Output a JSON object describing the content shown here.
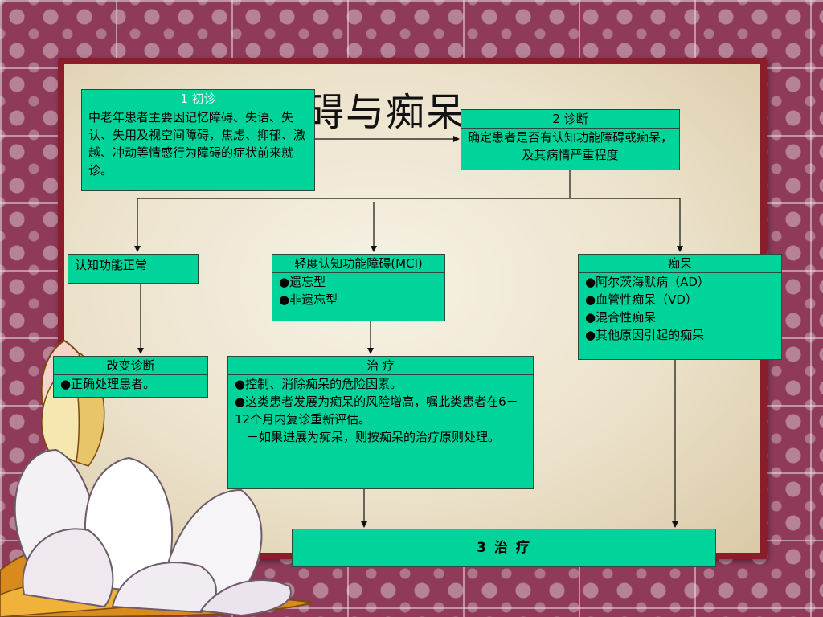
{
  "title": "功能障碍与痴呆",
  "boxes": {
    "initial": {
      "header": "1 初诊",
      "body": "中老年患者主要因记忆障碍、失语、失认、失用及视空间障碍，焦虑、抑郁、激越、冲动等情感行为障碍的症状前来就诊。"
    },
    "diagnosis": {
      "header": "2 诊断",
      "body": "确定患者是否有认知功能障碍或痴呆，及其病情严重程度"
    },
    "normal": {
      "header": "认知功能正常"
    },
    "mci": {
      "header": "轻度认知功能障碍(MCI)",
      "items": [
        "●遗忘型",
        "●非遗忘型"
      ]
    },
    "dementia": {
      "header": "痴呆",
      "items": [
        "●阿尔茨海默病（AD）",
        "●血管性痴呆（VD）",
        "●混合性痴呆",
        "●其他原因引起的痴呆"
      ]
    },
    "change": {
      "header": "改变诊断",
      "items": [
        "●正确处理患者。"
      ]
    },
    "treat": {
      "header": "治 疗",
      "items": [
        "●控制、消除痴呆的危险因素。",
        "●这类患者发展为痴呆的风险增高，嘱此类患者在6－12个月内复诊重新评估。",
        "　－如果进展为痴呆，则按痴呆的治疗原则处理。"
      ]
    },
    "final": {
      "label": "3 治 疗"
    }
  },
  "colors": {
    "box_fill": "#00d49a",
    "panel_border": "#8b1c2a",
    "background": "#8e3a58"
  }
}
